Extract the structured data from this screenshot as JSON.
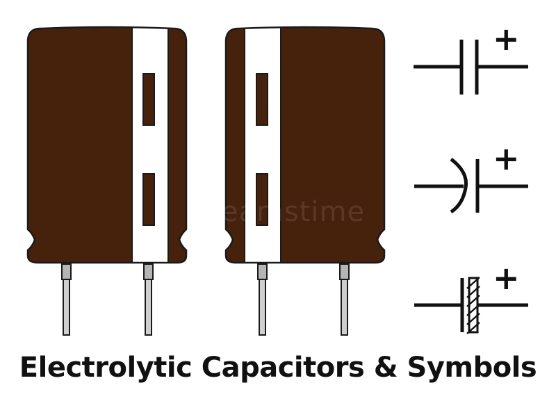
{
  "title": "Electrolytic Capacitors & Symbols",
  "watermark": "dreamstime",
  "colors": {
    "body": "#46210c",
    "stripe": "#ffffff",
    "outline": "#1a1a1a",
    "lead": "#c9c9c9",
    "symbol": "#111111"
  },
  "components": [
    {
      "name": "electrolytic-capacitor",
      "stripe_side": "right"
    },
    {
      "name": "electrolytic-capacitor",
      "stripe_side": "left"
    }
  ],
  "symbols": [
    {
      "name": "polarized-capacitor-symbol-straight",
      "plus": "+"
    },
    {
      "name": "polarized-capacitor-symbol-curved",
      "plus": "+"
    },
    {
      "name": "polarized-capacitor-symbol-hatched",
      "plus": "+"
    }
  ]
}
